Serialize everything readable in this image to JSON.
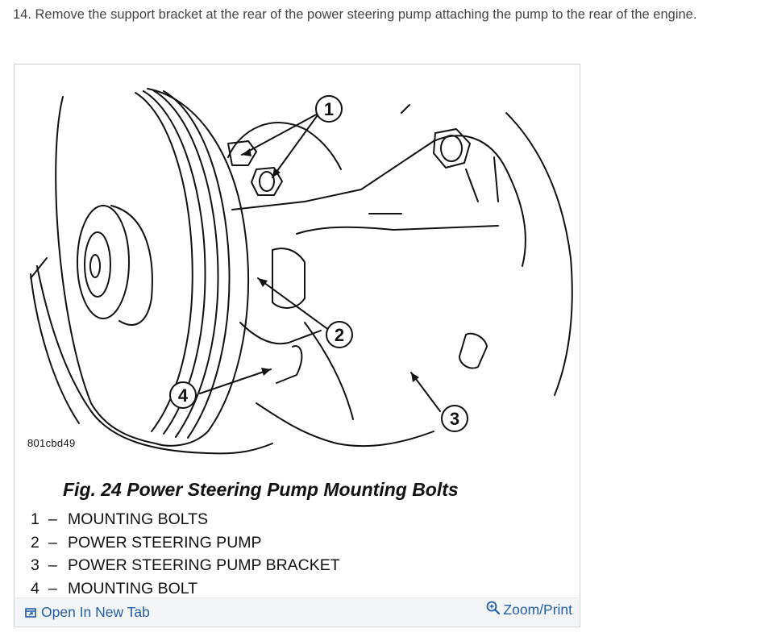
{
  "step": {
    "text": "14. Remove the support bracket at the rear of the power steering pump attaching the pump to the rear of the engine."
  },
  "figure": {
    "code": "801cbd49",
    "caption": "Fig. 24 Power Steering Pump Mounting Bolts",
    "callouts": [
      "1",
      "2",
      "3",
      "4"
    ],
    "legend": [
      {
        "num": "1",
        "dash": "–",
        "label": "MOUNTING BOLTS"
      },
      {
        "num": "2",
        "dash": "–",
        "label": "POWER STEERING PUMP"
      },
      {
        "num": "3",
        "dash": "–",
        "label": "POWER STEERING PUMP BRACKET"
      },
      {
        "num": "4",
        "dash": "–",
        "label": "MOUNTING BOLT"
      }
    ]
  },
  "toolbar": {
    "open_tab_label": "Open In New Tab",
    "zoom_label": "Zoom/Print",
    "open_tab_icon": "open-new-tab-icon",
    "zoom_icon": "zoom-icon",
    "link_color": "#1f5ea8"
  }
}
